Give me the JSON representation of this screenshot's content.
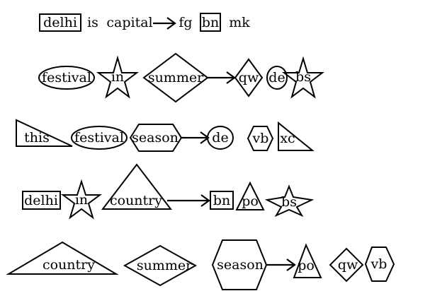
{
  "rows": [
    {
      "nodes": [
        {
          "label": "delhi",
          "shape": "rectangle"
        },
        {
          "label": "is",
          "shape": "plain"
        },
        {
          "label": "capital",
          "shape": "plain"
        },
        {
          "label": "fg",
          "shape": "plain"
        },
        {
          "label": "bn",
          "shape": "rectangle"
        },
        {
          "label": "mk",
          "shape": "plain"
        }
      ]
    },
    {
      "nodes": [
        {
          "label": "festival",
          "shape": "ellipse"
        },
        {
          "label": "in",
          "shape": "star"
        },
        {
          "label": "summer",
          "shape": "diamond"
        },
        {
          "label": "qw",
          "shape": "diamond"
        },
        {
          "label": "de",
          "shape": "ellipse"
        },
        {
          "label": "bs",
          "shape": "star"
        }
      ]
    },
    {
      "nodes": [
        {
          "label": "this",
          "shape": "right-triangle"
        },
        {
          "label": "festival",
          "shape": "ellipse"
        },
        {
          "label": "season",
          "shape": "hexagon"
        },
        {
          "label": "de",
          "shape": "ellipse"
        },
        {
          "label": "vb",
          "shape": "hexagon"
        },
        {
          "label": "xc",
          "shape": "right-triangle"
        }
      ]
    },
    {
      "nodes": [
        {
          "label": "delhi",
          "shape": "rectangle"
        },
        {
          "label": "in",
          "shape": "star"
        },
        {
          "label": "country",
          "shape": "triangle"
        },
        {
          "label": "bn",
          "shape": "rectangle"
        },
        {
          "label": "po",
          "shape": "triangle"
        },
        {
          "label": "bs",
          "shape": "star"
        }
      ]
    },
    {
      "nodes": [
        {
          "label": "country",
          "shape": "triangle"
        },
        {
          "label": "summer",
          "shape": "diamond"
        },
        {
          "label": "season",
          "shape": "hexagon"
        },
        {
          "label": "po",
          "shape": "triangle"
        },
        {
          "label": "qw",
          "shape": "diamond"
        },
        {
          "label": "vb",
          "shape": "hexagon"
        }
      ]
    }
  ],
  "arrows": [
    {
      "from": "row1-capital",
      "to": "row1-fg"
    },
    {
      "from": "row2-summer",
      "to": "row2-qw"
    },
    {
      "from": "row3-season",
      "to": "row3-de"
    },
    {
      "from": "row4-country",
      "to": "row4-bn"
    },
    {
      "from": "row5-season",
      "to": "row5-po"
    }
  ]
}
